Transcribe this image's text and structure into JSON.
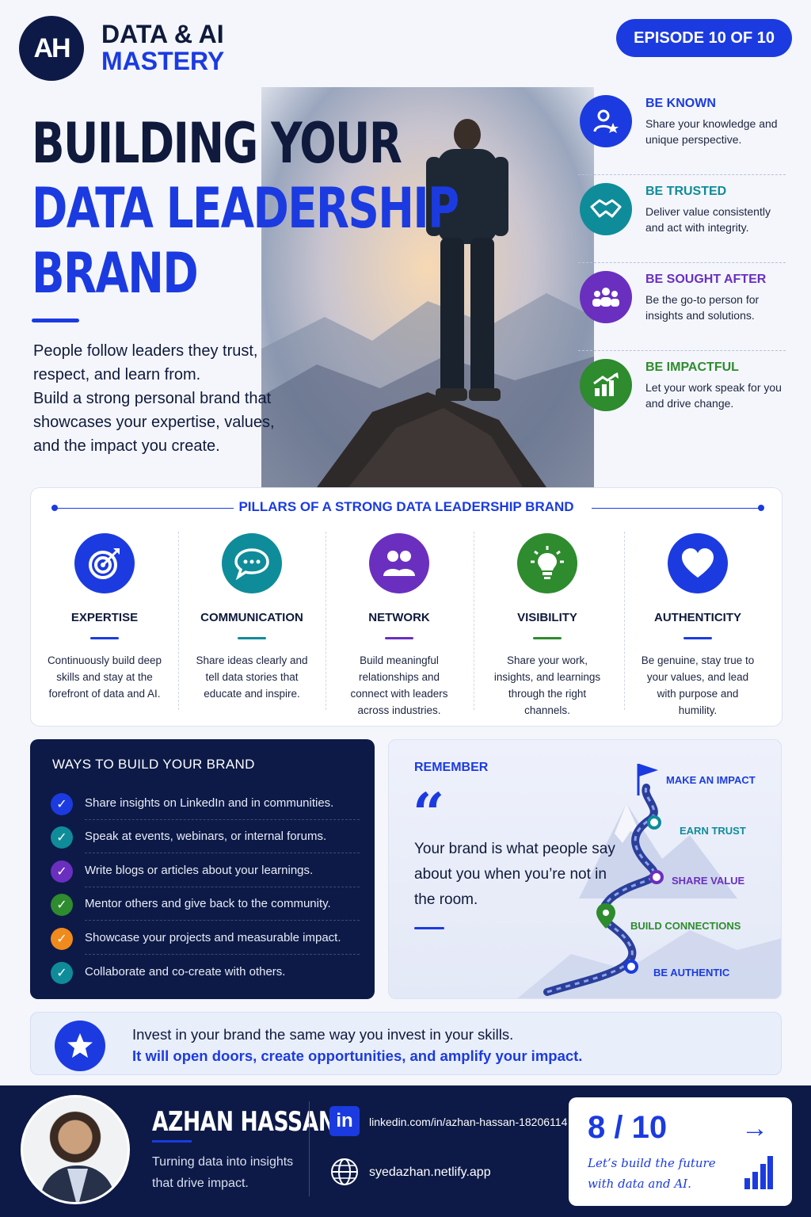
{
  "header": {
    "logo": "AH",
    "brand_line1": "DATA & AI",
    "brand_line2": "MASTERY",
    "episode": "EPISODE 10 OF 10"
  },
  "hero": {
    "title_line1": "BUILDING YOUR",
    "title_line2": "DATA LEADERSHIP",
    "title_line3": "BRAND",
    "intro_line1": "People follow leaders they trust,",
    "intro_line2": "respect, and learn from.",
    "intro_line3": "Build a strong personal brand that",
    "intro_line4": "showcases your expertise, values,",
    "intro_line5": "and the impact you create."
  },
  "be_items": [
    {
      "title": "BE KNOWN",
      "desc": "Share your knowledge and unique perspective.",
      "color": "#1b3be0",
      "icon": "user-star-icon"
    },
    {
      "title": "BE TRUSTED",
      "desc": "Deliver value consistently and act with integrity.",
      "color": "#0f8c99",
      "icon": "handshake-icon"
    },
    {
      "title": "BE SOUGHT AFTER",
      "desc": "Be the go-to person for insights and solutions.",
      "color": "#6a2fbf",
      "icon": "group-icon"
    },
    {
      "title": "BE IMPACTFUL",
      "desc": "Let your work speak for you and drive change.",
      "color": "#2e8b2e",
      "icon": "growth-chart-icon"
    }
  ],
  "pillars": {
    "heading": "PILLARS OF A STRONG DATA LEADERSHIP BRAND",
    "items": [
      {
        "title": "EXPERTISE",
        "desc": "Continuously build deep skills and stay at the forefront of data and AI.",
        "color": "#1b3be0",
        "icon": "target-icon"
      },
      {
        "title": "COMMUNICATION",
        "desc": "Share ideas clearly and tell data stories that educate and inspire.",
        "color": "#0f8c99",
        "icon": "chat-bubble-icon"
      },
      {
        "title": "NETWORK",
        "desc": "Build meaningful relationships and connect with leaders across industries.",
        "color": "#6a2fbf",
        "icon": "people-icon"
      },
      {
        "title": "VISIBILITY",
        "desc": "Share your work, insights, and learnings through the right channels.",
        "color": "#2e8b2e",
        "icon": "lightbulb-icon"
      },
      {
        "title": "AUTHENTICITY",
        "desc": "Be genuine, stay true to your values, and lead with purpose and humility.",
        "color": "#1b3be0",
        "icon": "heart-icon"
      }
    ]
  },
  "ways": {
    "title": "WAYS TO BUILD YOUR BRAND",
    "items": [
      {
        "text": "Share insights on LinkedIn and in communities.",
        "color": "#1b3be0"
      },
      {
        "text": "Speak at events, webinars, or internal forums.",
        "color": "#0f8c99"
      },
      {
        "text": "Write blogs or articles about your learnings.",
        "color": "#6a2fbf"
      },
      {
        "text": "Mentor others and give back to the community.",
        "color": "#2e8b2e"
      },
      {
        "text": "Showcase your projects and measurable impact.",
        "color": "#f08a1c"
      },
      {
        "text": "Collaborate and co-create with others.",
        "color": "#0f8c99"
      }
    ]
  },
  "remember": {
    "label": "REMEMBER",
    "quote": "Your brand is what people say about you when you’re not in the room.",
    "steps": [
      {
        "text": "MAKE AN IMPACT",
        "color": "#1b3be0"
      },
      {
        "text": "EARN TRUST",
        "color": "#0f8c99"
      },
      {
        "text": "SHARE VALUE",
        "color": "#6a2fbf"
      },
      {
        "text": "BUILD CONNECTIONS",
        "color": "#2e8b2e"
      },
      {
        "text": "BE AUTHENTIC",
        "color": "#1b3be0"
      }
    ]
  },
  "invest": {
    "line1": "Invest in your brand the same way you invest in your skills.",
    "line2": "It will open doors, create opportunities, and amplify your impact."
  },
  "footer": {
    "name": "AZHAN HASSAN",
    "tagline": "Turning data into insights that drive impact.",
    "linkedin_icon": "in",
    "linkedin": "linkedin.com/in/azhan-hassan-18206114",
    "website": "syedazhan.netlify.app",
    "progress": "8 / 10",
    "progress_note": "Let’s build the future with data and AI.",
    "arrow": "→"
  }
}
